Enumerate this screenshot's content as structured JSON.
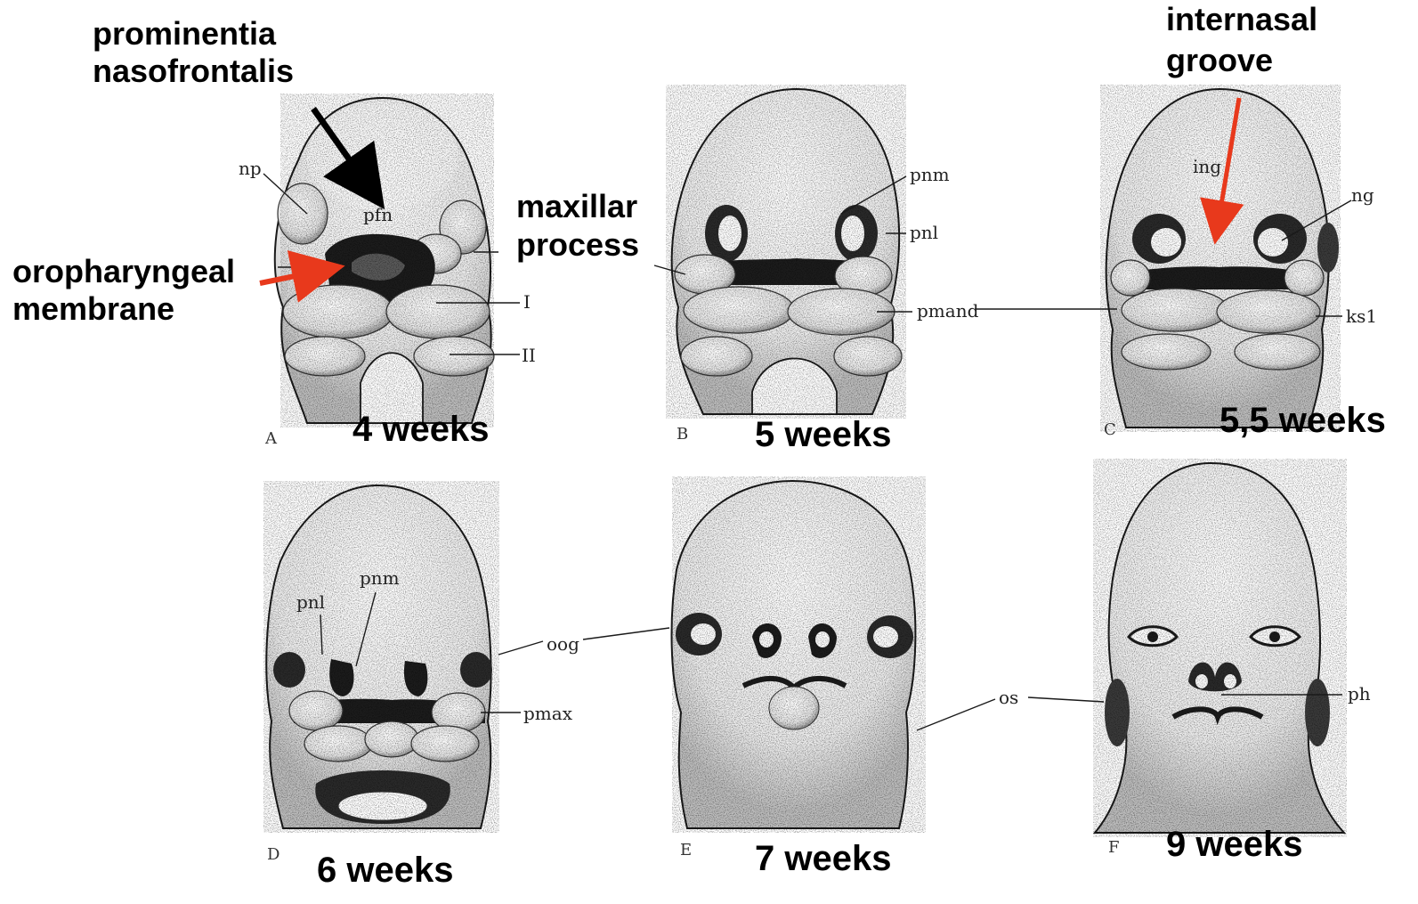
{
  "annotations": {
    "prominentia": [
      "prominentia",
      "nasofrontalis"
    ],
    "oropharyngeal": [
      "oropharyngeal",
      "membrane"
    ],
    "maxillar": [
      "maxillar",
      "process"
    ],
    "internasal": [
      "internasal",
      "groove"
    ]
  },
  "panels": [
    {
      "letter": "A",
      "age": "4 weeks"
    },
    {
      "letter": "B",
      "age": "5 weeks"
    },
    {
      "letter": "C",
      "age": "5,5 weeks"
    },
    {
      "letter": "D",
      "age": "6 weeks"
    },
    {
      "letter": "E",
      "age": "7 weeks"
    },
    {
      "letter": "F",
      "age": "9 weeks"
    }
  ],
  "labels": {
    "np": "np",
    "pfn": "pfn",
    "I": "I",
    "II": "II",
    "pnm_b": "pnm",
    "pnl_b": "pnl",
    "pmand": "pmand",
    "ing": "ing",
    "ng": "ng",
    "ks1": "ks1",
    "pnl_d": "pnl",
    "pnm_d": "pnm",
    "oog": "oog",
    "pmax": "pmax",
    "os": "os",
    "ph": "ph"
  },
  "colors": {
    "arrow_red": "#e8391c",
    "arrow_black": "#000000",
    "ink": "#1a1a1a",
    "shade": "#6a6a6a"
  }
}
